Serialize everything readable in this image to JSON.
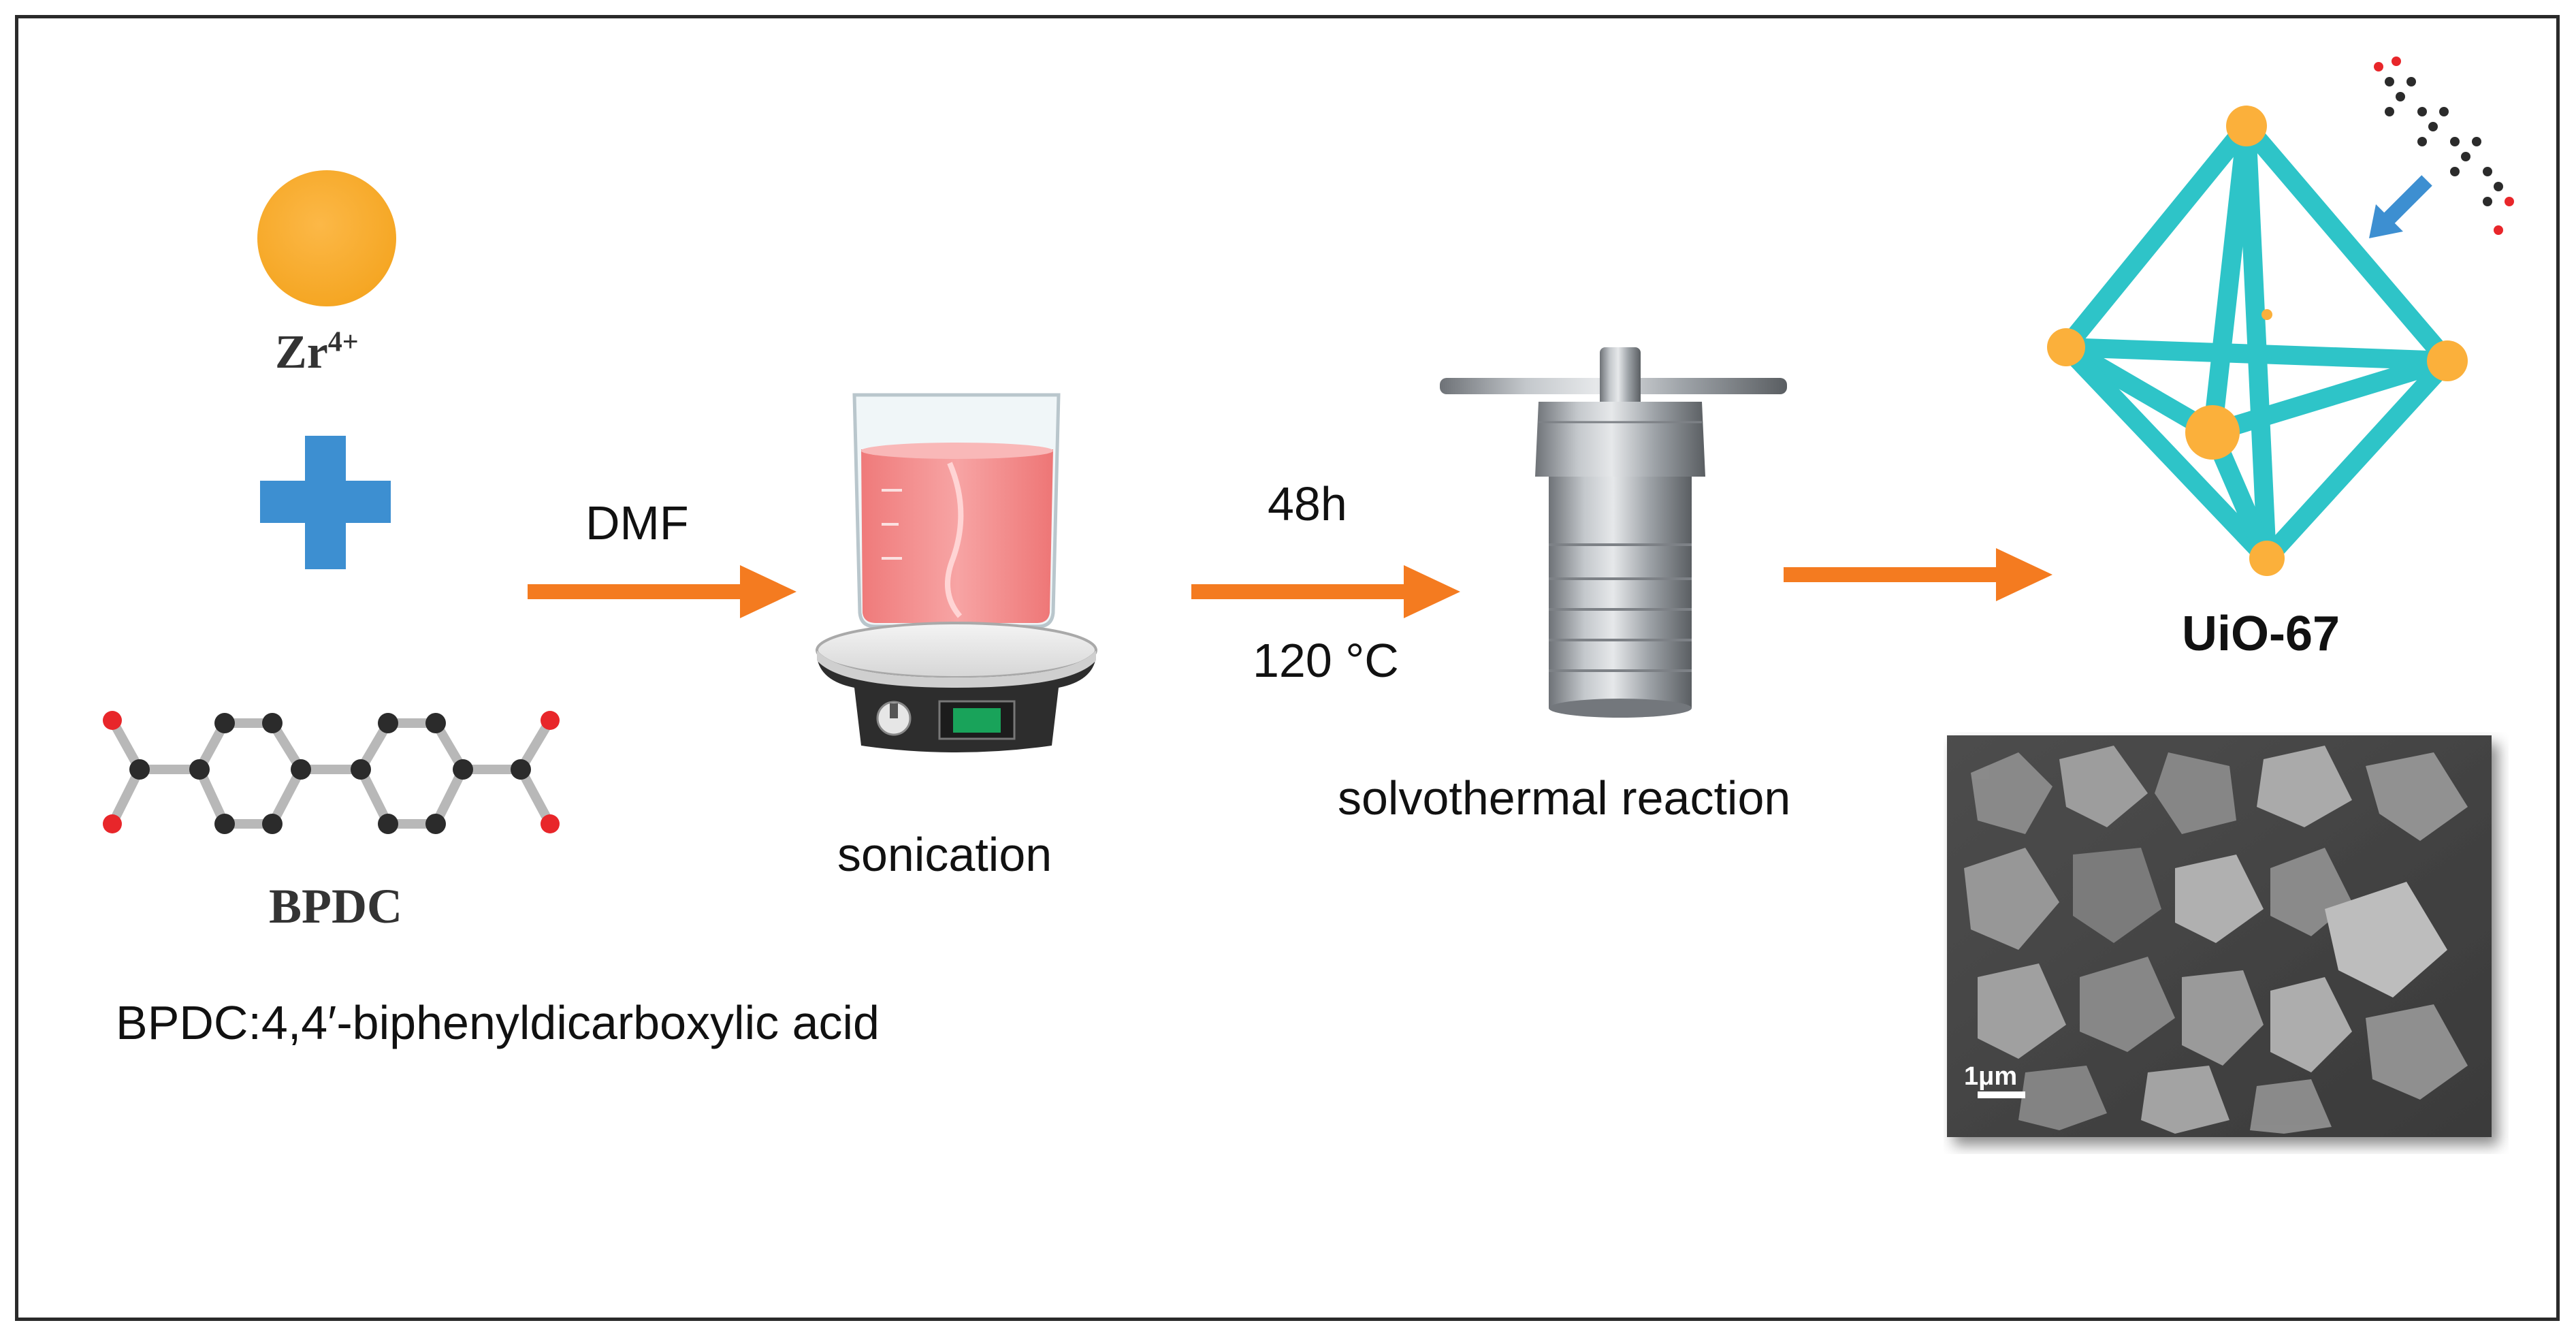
{
  "reactants": {
    "metal_label": "Zr",
    "metal_charge": "4+",
    "linker_label": "BPDC",
    "linker_definition": "BPDC:4,4′-biphenyldicarboxylic acid"
  },
  "steps": {
    "solvent": "DMF",
    "sonication": "sonication",
    "time": "48h",
    "temperature": "120 °C",
    "solvothermal": "solvothermal reaction"
  },
  "product": {
    "name": "UiO-67",
    "scale_bar": "1μm"
  },
  "colors": {
    "zr_sphere": "#fbb03b",
    "plus": "#3d8fd1",
    "arrow": "#f47b20",
    "octahedron": "#2ec4c8",
    "oxygen": "#e8262a",
    "carbon": "#2b2b2b",
    "solution": "#f28b8b",
    "steel": "#9ea3a8"
  }
}
